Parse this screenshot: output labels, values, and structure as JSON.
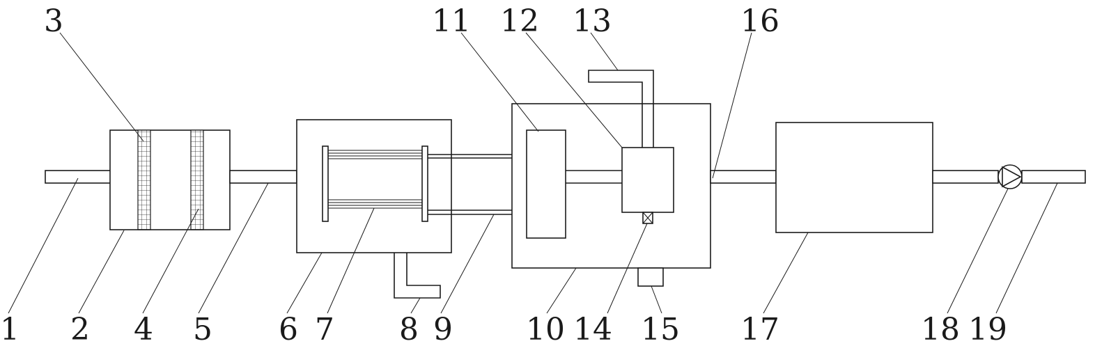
{
  "labels": {
    "l1": "1",
    "l2": "2",
    "l3": "3",
    "l4": "4",
    "l5": "5",
    "l6": "6",
    "l7": "7",
    "l8": "8",
    "l9": "9",
    "l10": "10",
    "l11": "11",
    "l12": "12",
    "l13": "13",
    "l14": "14",
    "l15": "15",
    "l16": "16",
    "l17": "17",
    "l18": "18",
    "l19": "19"
  },
  "colors": {
    "line": "#1a1a1a",
    "background": "#ffffff"
  }
}
